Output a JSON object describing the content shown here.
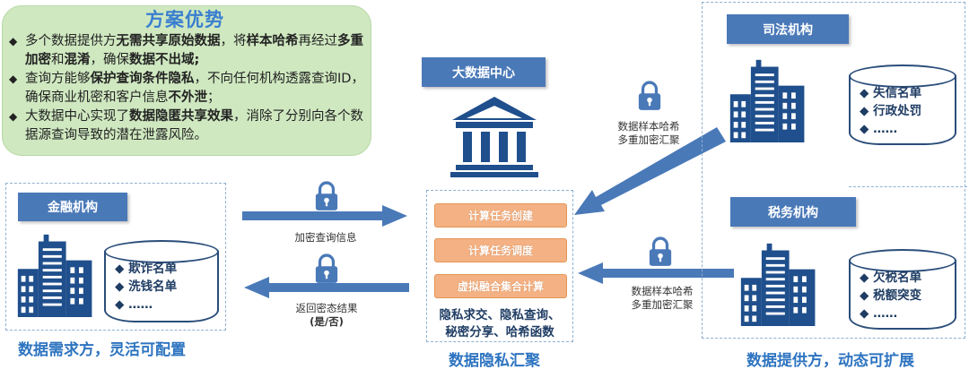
{
  "advantages": {
    "title": "方案优势",
    "items": [
      {
        "parts": [
          [
            "多个数据提供方",
            false
          ],
          [
            "无需共享原始数据",
            true
          ],
          [
            "，将",
            false
          ],
          [
            "样本哈希",
            true
          ],
          [
            "再经过",
            false
          ],
          [
            "多重加密",
            true
          ],
          [
            "和",
            false
          ],
          [
            "混淆",
            true
          ],
          [
            "，确保",
            false
          ],
          [
            "数据不出域;",
            true
          ]
        ]
      },
      {
        "parts": [
          [
            "查询方能够",
            false
          ],
          [
            "保护查询条件隐私",
            true
          ],
          [
            "，不向任何机构透露查询ID，确保商业机密和客户信息",
            false
          ],
          [
            "不外泄",
            true
          ],
          [
            "；",
            false
          ]
        ]
      },
      {
        "parts": [
          [
            "大数据中心实现了",
            false
          ],
          [
            "数据隐匿共享效果",
            true
          ],
          [
            "，消除了分别向各个数据源查询导致的潜在泄露风险。",
            false
          ]
        ]
      }
    ]
  },
  "left": {
    "header": "金融机构",
    "db_items": [
      "欺诈名单",
      "洗钱名单",
      "……"
    ],
    "caption": "数据需求方，灵活可配置"
  },
  "arrows": {
    "query_label": "加密查询信息",
    "result_label": "返回密态结果",
    "result_sub": "(是/否)",
    "upload_top": [
      "数据样本哈希",
      "多重加密汇聚"
    ],
    "upload_bottom": [
      "数据样本哈希",
      "多重加密汇聚"
    ]
  },
  "center": {
    "header": "大数据中心",
    "tasks": [
      "计算任务创建",
      "计算任务调度",
      "虚拟融合集合计算"
    ],
    "tech": [
      "隐私求交、隐私查询、",
      "秘密分享、哈希函数"
    ],
    "caption": "数据隐私汇聚"
  },
  "right": {
    "top": {
      "header": "司法机构",
      "db_items": [
        "失信名单",
        "行政处罚",
        "……"
      ]
    },
    "bottom": {
      "header": "税务机构",
      "db_items": [
        "欠税名单",
        "税额突变",
        "……"
      ]
    },
    "caption": "数据提供方，动态可扩展"
  },
  "colors": {
    "header_blue": "#4a79b8",
    "caption_blue": "#2e74c0",
    "task_orange": "#f4b183",
    "adv_green": "#cfe8c0",
    "building": "#1f4f8c"
  }
}
